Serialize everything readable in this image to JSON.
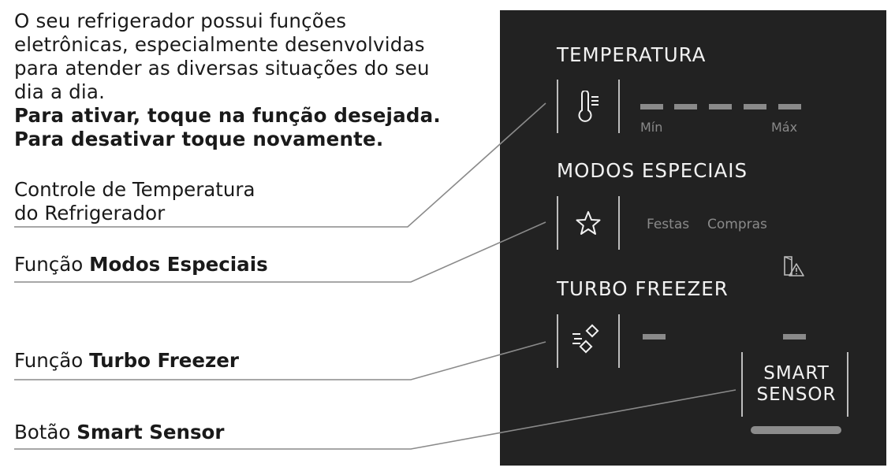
{
  "intro": {
    "text": "O seu refrigerador possui funções eletrônicas, especialmente desenvolvidas para atender as diversas situações do seu dia a dia.",
    "bold_line1": "Para ativar, toque na função desejada.",
    "bold_line2": "Para desativar toque novamente."
  },
  "callouts": {
    "temp_line1": "Controle de Temperatura",
    "temp_line2": "do Refrigerador",
    "modos_prefix": "Função",
    "modos_bold": "Modos Especiais",
    "turbo_prefix": "Função",
    "turbo_bold": "Turbo Freezer",
    "smart_prefix": "Botão",
    "smart_bold": "Smart Sensor"
  },
  "panel": {
    "temperatura_title": "TEMPERATURA",
    "min_label": "Mín",
    "max_label": "Máx",
    "modos_title": "MODOS ESPECIAIS",
    "festas_label": "Festas",
    "compras_label": "Compras",
    "turbo_title": "TURBO FREEZER",
    "smart_line1": "SMART",
    "smart_line2": "SENSOR"
  },
  "icons": [
    "thermometer-icon",
    "star-icon",
    "door-alert-icon",
    "ice-cubes-icon"
  ],
  "colors": {
    "panel_background": "#222222",
    "panel_text": "#f2f2f2",
    "indicator_gray": "#8a8a8a"
  }
}
